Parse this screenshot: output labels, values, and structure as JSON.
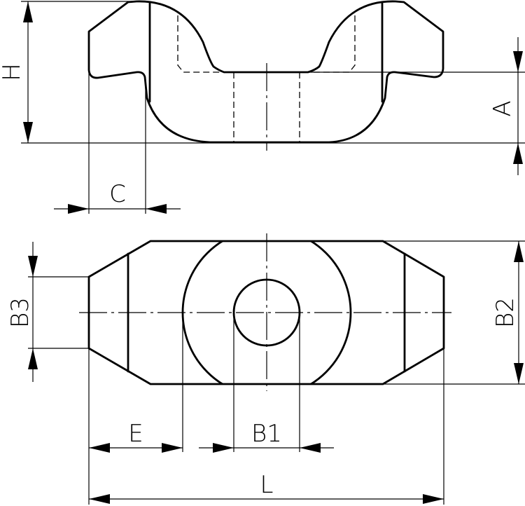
{
  "drawing": {
    "type": "technical-drawing",
    "subject": "slot nut / clamping piece",
    "views": [
      "side-view",
      "top-view"
    ],
    "line_color": "#000000",
    "background": "#ffffff"
  },
  "dimensions": {
    "H": "H",
    "A": "A",
    "C": "C",
    "B1": "B1",
    "B2": "B2",
    "B3": "B3",
    "E": "E",
    "L": "L"
  }
}
